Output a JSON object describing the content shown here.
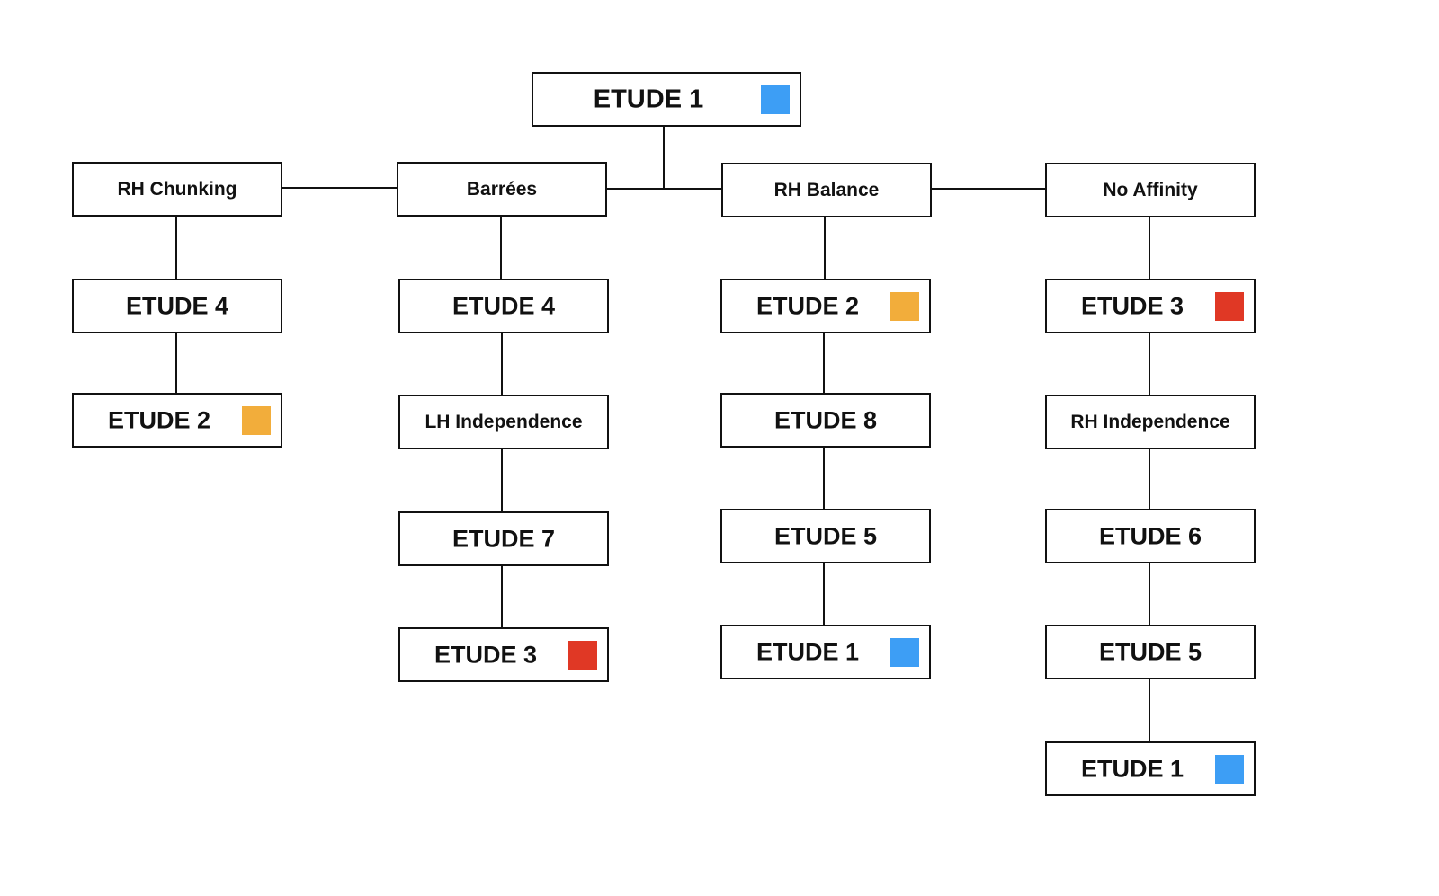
{
  "colors": {
    "blue": "#3d9ef5",
    "orange": "#f2ad3b",
    "red": "#e03825"
  },
  "root": {
    "label": "ETUDE 1",
    "marker": "blue"
  },
  "columns": [
    {
      "category": "RH Chunking",
      "items": [
        {
          "label": "ETUDE 4",
          "marker": null
        },
        {
          "label": "ETUDE 2",
          "marker": "orange"
        }
      ]
    },
    {
      "category": "Barrées",
      "items": [
        {
          "label": "ETUDE 4",
          "marker": null
        },
        {
          "label": "LH Independence",
          "marker": null,
          "kind": "category"
        },
        {
          "label": "ETUDE 7",
          "marker": null
        },
        {
          "label": "ETUDE 3",
          "marker": "red"
        }
      ]
    },
    {
      "category": "RH Balance",
      "items": [
        {
          "label": "ETUDE 2",
          "marker": "orange"
        },
        {
          "label": "ETUDE 8",
          "marker": null
        },
        {
          "label": "ETUDE 5",
          "marker": null
        },
        {
          "label": "ETUDE 1",
          "marker": "blue"
        }
      ]
    },
    {
      "category": "No Affinity",
      "items": [
        {
          "label": "ETUDE 3",
          "marker": "red"
        },
        {
          "label": "RH Independence",
          "marker": null,
          "kind": "category"
        },
        {
          "label": "ETUDE 6",
          "marker": null
        },
        {
          "label": "ETUDE 5",
          "marker": null
        },
        {
          "label": "ETUDE 1",
          "marker": "blue"
        }
      ]
    }
  ]
}
